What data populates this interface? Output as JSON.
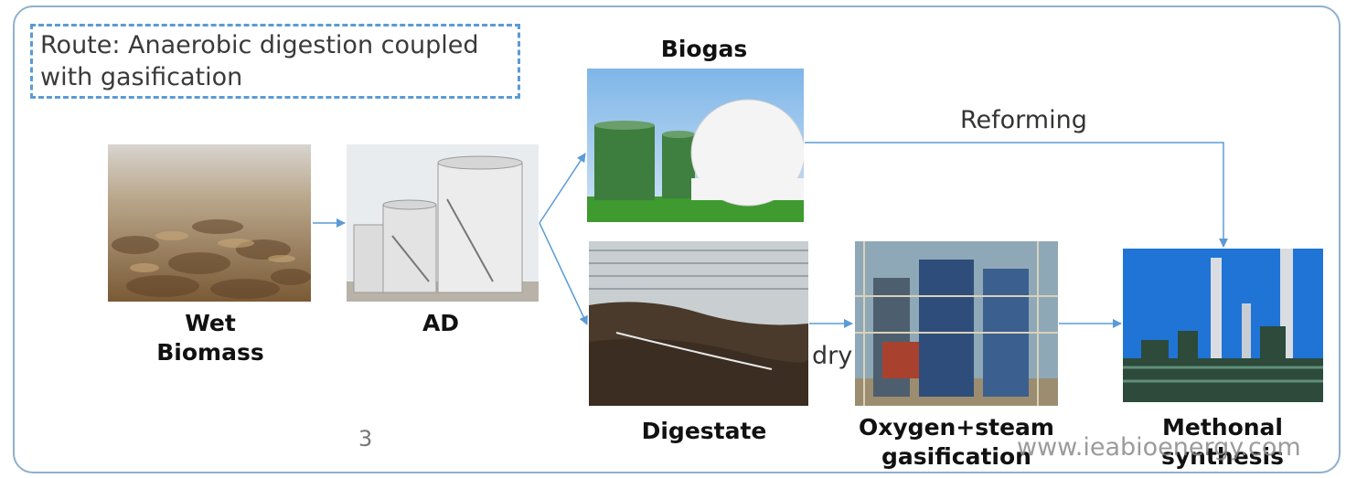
{
  "route": {
    "text": "Route: Anaerobic digestion coupled with gasification"
  },
  "stages": {
    "wet_biomass": "Wet\nBiomass",
    "ad": "AD",
    "biogas": "Biogas",
    "digestate": "Digestate",
    "gasification": "Oxygen+steam\ngasification",
    "synthesis": "Methonal\nsynthesis"
  },
  "arrows": {
    "reforming": "Reforming",
    "dry": "dry"
  },
  "page_number": "3",
  "watermark": "www.ieabioenergy.com",
  "colors": {
    "arrow": "#5b9bd5",
    "frame": "#8fb0cc",
    "route_border": "#5b9bd5"
  }
}
